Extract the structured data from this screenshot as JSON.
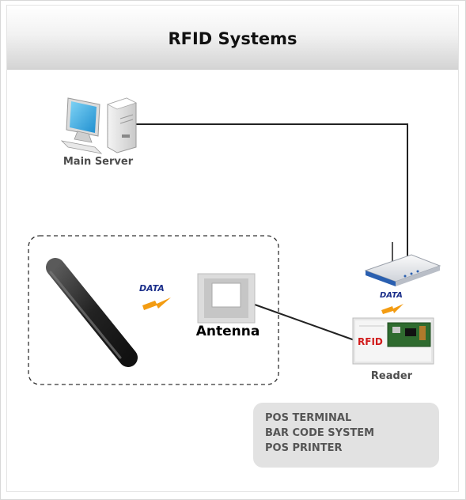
{
  "title": "RFID Systems",
  "nodes": {
    "server": {
      "label": "Main Server"
    },
    "reader": {
      "label": "Reader",
      "chip_text": "RFID",
      "data_label": "DATA"
    },
    "antenna": {
      "label": "Antenna"
    },
    "tag": {
      "data_label": "DATA"
    }
  },
  "info_box": {
    "lines": [
      "POS TERMINAL",
      "BAR CODE SYSTEM",
      "POS PRINTER"
    ]
  },
  "colors": {
    "data_text": "#1a2e8a",
    "lightning": "#f39c12",
    "chip_text": "#d11b1b",
    "router_accent": "#2a5fb0"
  }
}
